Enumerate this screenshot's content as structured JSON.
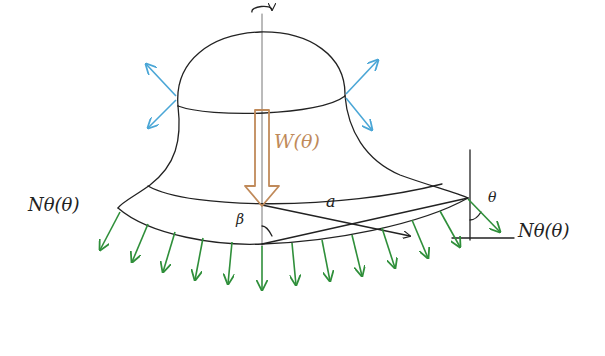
{
  "diagram": {
    "labels": [
      "W(θ)",
      "Nθ(θ)",
      "a",
      "β",
      "θ",
      "Nθ(θ)"
    ]
  }
}
